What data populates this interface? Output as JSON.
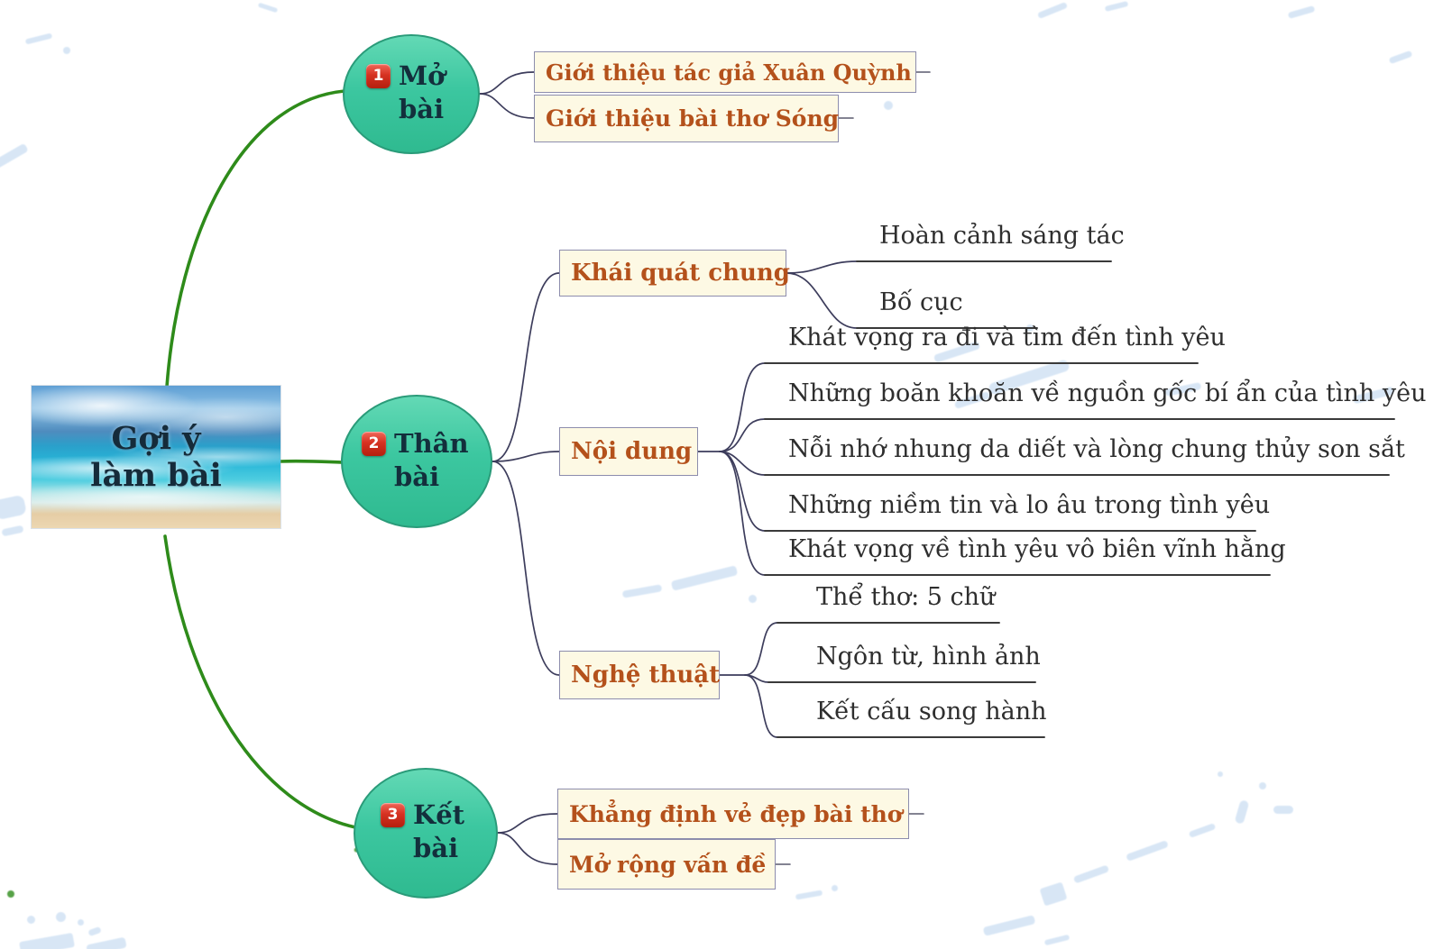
{
  "root": {
    "label": "Gợi ý làm bài"
  },
  "branches": [
    {
      "number": "1",
      "label": "Mở bài",
      "children": [
        {
          "label": "Giới thiệu tác giả Xuân Quỳnh"
        },
        {
          "label": "Giới thiệu bài thơ Sóng"
        }
      ]
    },
    {
      "number": "2",
      "label": "Thân bài",
      "children": [
        {
          "label": "Khái quát chung",
          "children": [
            "Hoàn cảnh sáng tác",
            "Bố cục"
          ]
        },
        {
          "label": "Nội dung",
          "children": [
            "Khát vọng ra đi và tìm đến tình yêu",
            "Những boăn khoăn về nguồn gốc bí ẩn của tình yêu",
            "Nỗi nhớ nhung da diết và lòng chung thủy son sắt",
            "Những niềm tin và lo âu trong tình yêu",
            "Khát vọng về tình yêu vô biên vĩnh hằng"
          ]
        },
        {
          "label": "Nghệ thuật",
          "children": [
            "Thể thơ: 5 chữ",
            "Ngôn từ, hình ảnh",
            "Kết cấu song hành"
          ]
        }
      ]
    },
    {
      "number": "3",
      "label": "Kết bài",
      "children": [
        {
          "label": "Khẳng định vẻ đẹp bài thơ"
        },
        {
          "label": "Mở rộng vấn đề"
        }
      ]
    }
  ],
  "colors": {
    "branch_ellipse_fill": "#3cc7a0",
    "branch_ellipse_border": "#2a9b79",
    "topic_box_fill": "#fdf9e4",
    "topic_box_border": "#8d8dad",
    "topic_label_text": "#b4511b",
    "leaf_text": "#2e2e2e",
    "main_branch_line": "#2e8b1a",
    "sub_branch_line": "#3d3d5c",
    "leaf_underline": "#3a3a3a",
    "badge_red": "#d63222",
    "node_label_text": "#132f3c"
  }
}
